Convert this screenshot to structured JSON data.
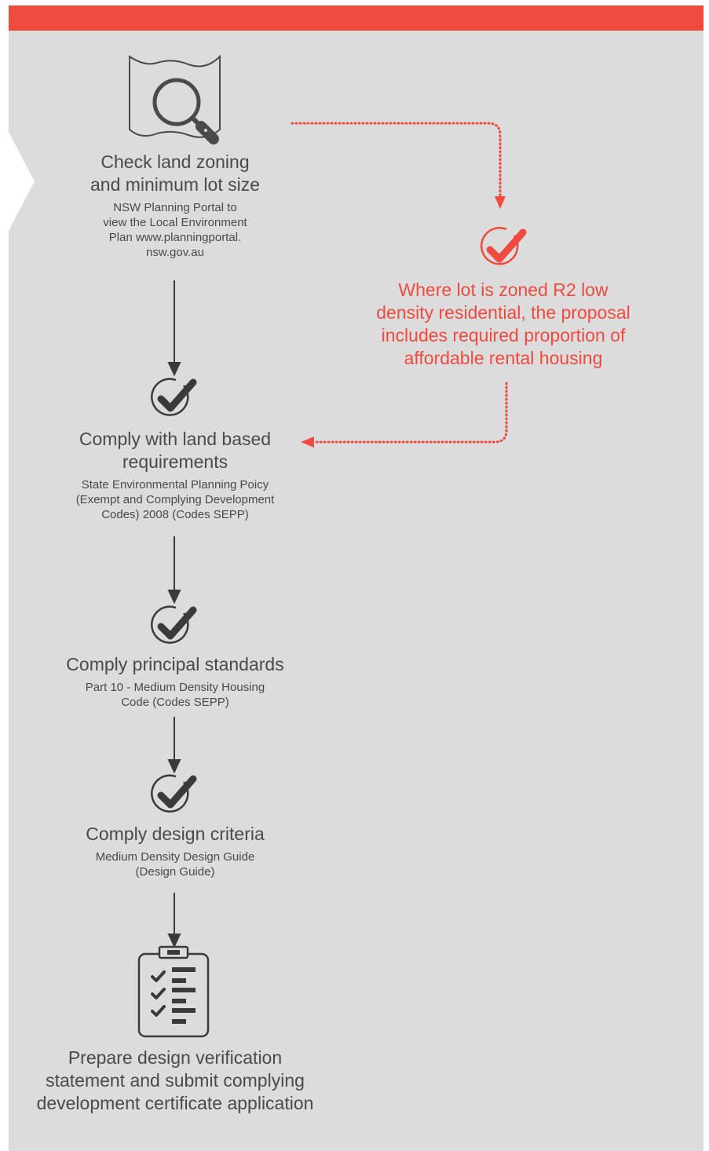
{
  "colors": {
    "accent": "#f04a3e",
    "ink": "#4a4a4c",
    "panel": "#dcdcdd"
  },
  "steps": {
    "zoning": {
      "icon": "map-search-icon",
      "title_line1": "Check land zoning",
      "title_line2": "and minimum lot size",
      "sub_line1": "NSW Planning Portal to",
      "sub_line2": "view the Local Environment",
      "sub_line3": "Plan www.planningportal.",
      "sub_line4": "nsw.gov.au"
    },
    "affordable": {
      "icon": "check-circle-icon",
      "line1": "Where lot is zoned R2 low",
      "line2": "density residential, the proposal",
      "line3": "includes required proportion of",
      "line4": "affordable rental housing"
    },
    "land_based": {
      "icon": "check-circle-icon",
      "title_line1": "Comply with land based",
      "title_line2": "requirements",
      "sub_line1": "State Environmental Planning Poicy",
      "sub_line2": "(Exempt and Complying Development",
      "sub_line3": "Codes) 2008 (Codes SEPP)"
    },
    "principal": {
      "icon": "check-circle-icon",
      "title": "Comply principal standards",
      "sub_line1": "Part 10 - Medium Density Housing",
      "sub_line2": "Code (Codes SEPP)"
    },
    "design": {
      "icon": "check-circle-icon",
      "title": "Comply design criteria",
      "sub_line1": "Medium Density Design Guide",
      "sub_line2": "(Design Guide)"
    },
    "submit": {
      "icon": "clipboard-checklist-icon",
      "line1": "Prepare design verification",
      "line2": "statement and submit complying",
      "line3": "development certificate application"
    }
  }
}
